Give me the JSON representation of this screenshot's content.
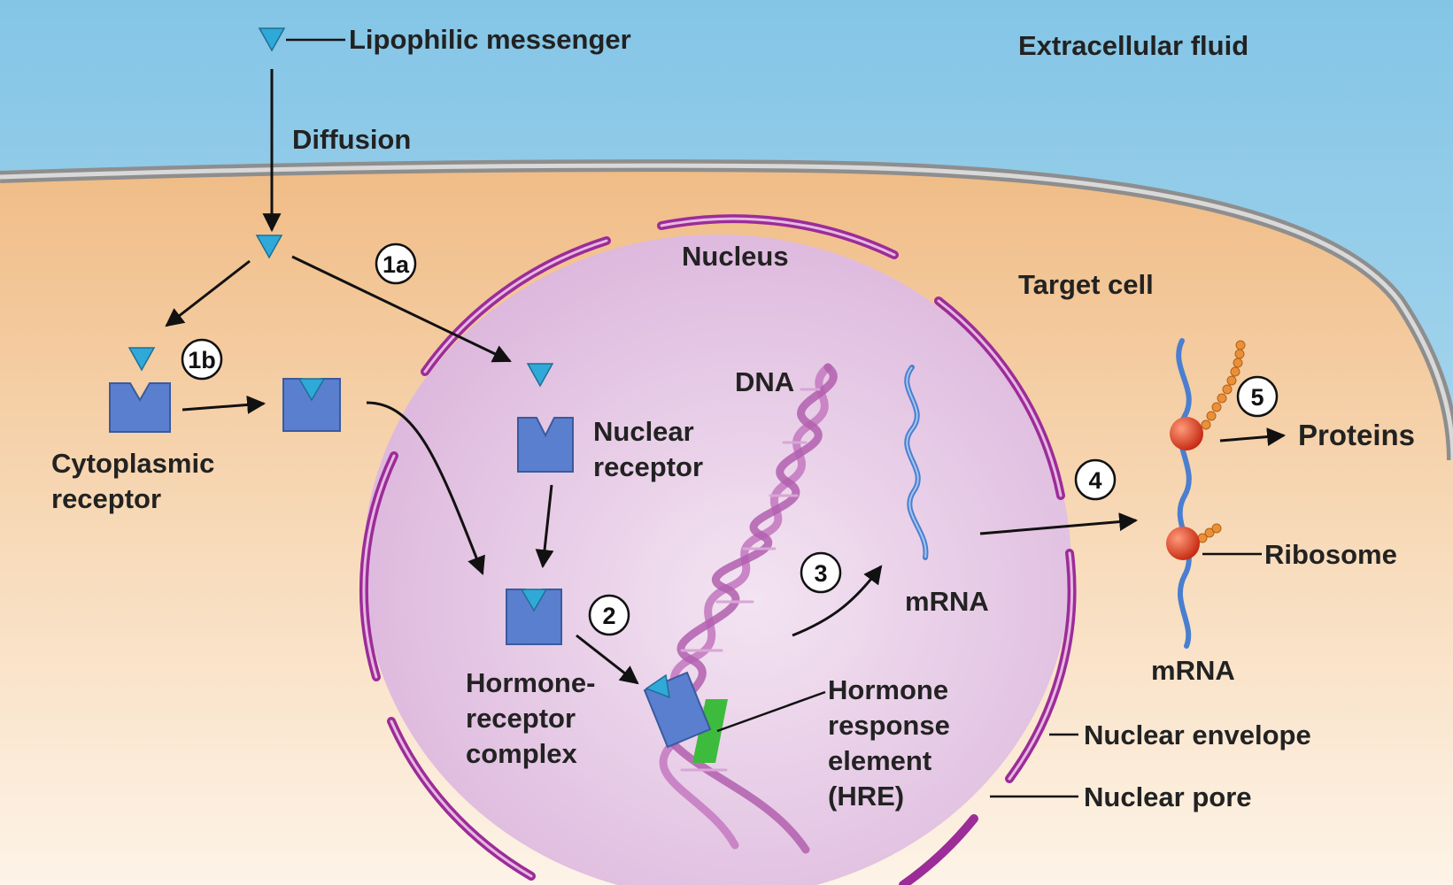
{
  "labels": {
    "lipophilic_messenger": "Lipophilic messenger",
    "extracellular_fluid": "Extracellular fluid",
    "diffusion": "Diffusion",
    "nucleus": "Nucleus",
    "target_cell": "Target cell",
    "dna": "DNA",
    "cytoplasmic_receptor": [
      "Cytoplasmic",
      "receptor"
    ],
    "nuclear_receptor": [
      "Nuclear",
      "receptor"
    ],
    "hormone_receptor_complex": [
      "Hormone-",
      "receptor",
      "complex"
    ],
    "hre": [
      "Hormone",
      "response",
      "element",
      "(HRE)"
    ],
    "mrna_nucleus": "mRNA",
    "mrna_cytoplasm": "mRNA",
    "proteins": "Proteins",
    "ribosome": "Ribosome",
    "nuclear_envelope": "Nuclear envelope",
    "nuclear_pore": "Nuclear pore"
  },
  "steps": [
    "1a",
    "1b",
    "2",
    "3",
    "4",
    "5"
  ],
  "colors": {
    "extracellular_top": "#8fcbe8",
    "extracellular_bottom": "#bfe2f2",
    "cytoplasm_top": "#f2c08a",
    "cytoplasm_bottom": "#fcefe0",
    "membrane": "#9a9a9a",
    "nucleus_fill": "#e7cbe8",
    "nuclear_envelope": "#a0309a",
    "receptor": "#5b7fcf",
    "hormone": "#2fa9d8",
    "dna": "#c77fc4",
    "mrna": "#4a7fd0",
    "hre": "#3dbb3d",
    "ribosome": "#e0402a",
    "protein_chain": "#e8903a"
  }
}
